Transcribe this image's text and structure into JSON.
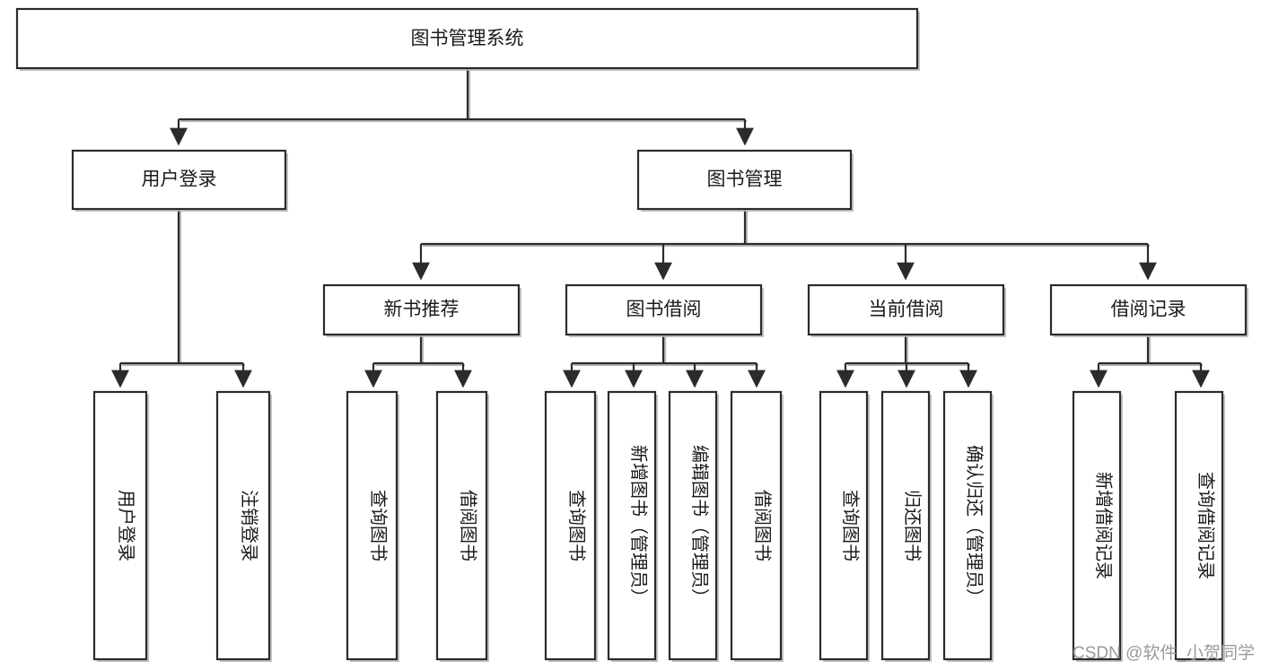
{
  "meta": {
    "title": "图书管理系统 功能结构图",
    "background_color": "#ffffff",
    "border_color": "#2b2b2b",
    "text_color": "#1b1b1b",
    "shadow_color": "#b9b9b9"
  },
  "watermark": {
    "text": "CSDN @软件_小贺同学",
    "color": "#9a9a9a"
  },
  "chart_data": {
    "type": "diagram",
    "diagram_kind": "tree / functional-structure-chart",
    "orientation": "top-down",
    "title": "图书管理系统",
    "levels": 4,
    "nodes": [
      {
        "id": "root",
        "label": "图书管理系统",
        "level": 0,
        "parent": null,
        "orient": "horizontal"
      },
      {
        "id": "login",
        "label": "用户登录",
        "level": 1,
        "parent": "root",
        "orient": "horizontal"
      },
      {
        "id": "bookmgmt",
        "label": "图书管理",
        "level": 1,
        "parent": "root",
        "orient": "horizontal"
      },
      {
        "id": "newbook",
        "label": "新书推荐",
        "level": 2,
        "parent": "bookmgmt",
        "orient": "horizontal"
      },
      {
        "id": "borrow",
        "label": "图书借阅",
        "level": 2,
        "parent": "bookmgmt",
        "orient": "horizontal"
      },
      {
        "id": "current",
        "label": "当前借阅",
        "level": 2,
        "parent": "bookmgmt",
        "orient": "horizontal"
      },
      {
        "id": "records",
        "label": "借阅记录",
        "level": 2,
        "parent": "bookmgmt",
        "orient": "horizontal"
      },
      {
        "id": "l_login1",
        "label": "用户登录",
        "level": 3,
        "parent": "login",
        "orient": "vertical"
      },
      {
        "id": "l_login2",
        "label": "注销登录",
        "level": 3,
        "parent": "login",
        "orient": "vertical"
      },
      {
        "id": "l_new1",
        "label": "查询图书",
        "level": 3,
        "parent": "newbook",
        "orient": "vertical"
      },
      {
        "id": "l_new2",
        "label": "借阅图书",
        "level": 3,
        "parent": "newbook",
        "orient": "vertical"
      },
      {
        "id": "l_bor1",
        "label": "查询图书",
        "level": 3,
        "parent": "borrow",
        "orient": "vertical"
      },
      {
        "id": "l_bor2",
        "label": "新增图书（管理员）",
        "level": 3,
        "parent": "borrow",
        "orient": "vertical"
      },
      {
        "id": "l_bor3",
        "label": "编辑图书（管理员）",
        "level": 3,
        "parent": "borrow",
        "orient": "vertical"
      },
      {
        "id": "l_bor4",
        "label": "借阅图书",
        "level": 3,
        "parent": "borrow",
        "orient": "vertical"
      },
      {
        "id": "l_cur1",
        "label": "查询图书",
        "level": 3,
        "parent": "current",
        "orient": "vertical"
      },
      {
        "id": "l_cur2",
        "label": "归还图书",
        "level": 3,
        "parent": "current",
        "orient": "vertical"
      },
      {
        "id": "l_cur3",
        "label": "确认归还（管理员）",
        "level": 3,
        "parent": "current",
        "orient": "vertical"
      },
      {
        "id": "l_rec1",
        "label": "新增借阅记录",
        "level": 3,
        "parent": "records",
        "orient": "vertical"
      },
      {
        "id": "l_rec2",
        "label": "查询借阅记录",
        "level": 3,
        "parent": "records",
        "orient": "vertical"
      }
    ],
    "edges": [
      {
        "from": "root",
        "to": "login"
      },
      {
        "from": "root",
        "to": "bookmgmt"
      },
      {
        "from": "bookmgmt",
        "to": "newbook"
      },
      {
        "from": "bookmgmt",
        "to": "borrow"
      },
      {
        "from": "bookmgmt",
        "to": "current"
      },
      {
        "from": "bookmgmt",
        "to": "records"
      },
      {
        "from": "login",
        "to": "l_login1"
      },
      {
        "from": "login",
        "to": "l_login2"
      },
      {
        "from": "newbook",
        "to": "l_new1"
      },
      {
        "from": "newbook",
        "to": "l_new2"
      },
      {
        "from": "borrow",
        "to": "l_bor1"
      },
      {
        "from": "borrow",
        "to": "l_bor2"
      },
      {
        "from": "borrow",
        "to": "l_bor3"
      },
      {
        "from": "borrow",
        "to": "l_bor4"
      },
      {
        "from": "current",
        "to": "l_cur1"
      },
      {
        "from": "current",
        "to": "l_cur2"
      },
      {
        "from": "current",
        "to": "l_cur3"
      },
      {
        "from": "records",
        "to": "l_rec1"
      },
      {
        "from": "records",
        "to": "l_rec2"
      }
    ]
  },
  "labels": {
    "root": "图书管理系统",
    "login": "用户登录",
    "bookmgmt": "图书管理",
    "newbook": "新书推荐",
    "borrow": "图书借阅",
    "current": "当前借阅",
    "records": "借阅记录",
    "l_login1": "用户登录",
    "l_login2": "注销登录",
    "l_new1": "查询图书",
    "l_new2": "借阅图书",
    "l_bor1": "查询图书",
    "l_bor2": "新增图书（管理员）",
    "l_bor3": "编辑图书（管理员）",
    "l_bor4": "借阅图书",
    "l_cur1": "查询图书",
    "l_cur2": "归还图书",
    "l_cur3": "确认归还（管理员）",
    "l_rec1": "新增借阅记录",
    "l_rec2": "查询借阅记录"
  }
}
